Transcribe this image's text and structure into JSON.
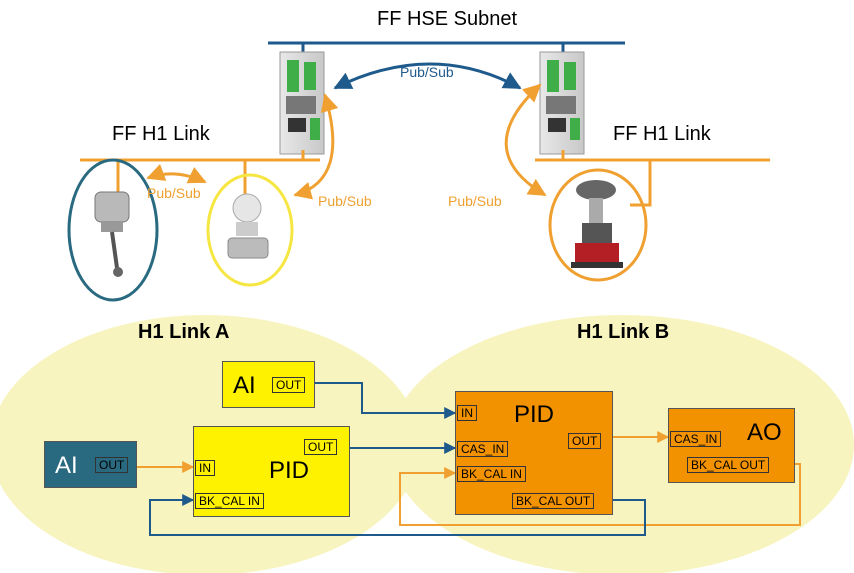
{
  "network": {
    "hse_title": "FF HSE Subnet",
    "pubsub_top": "Pub/Sub",
    "h1_left_title": "FF H1 Link",
    "h1_right_title": "FF H1 Link",
    "pubsub_left_devices": "Pub/Sub",
    "pubsub_left_gateway": "Pub/Sub",
    "pubsub_right_gateway": "Pub/Sub"
  },
  "links": {
    "a_title": "H1 Link A",
    "b_title": "H1 Link B"
  },
  "blocks": {
    "ai_teal": {
      "name": "AI",
      "out": "OUT"
    },
    "ai_yellow": {
      "name": "AI",
      "out": "OUT"
    },
    "pid_a": {
      "name": "PID",
      "out": "OUT",
      "in": "IN",
      "bkcal_in": "BK_CAL IN"
    },
    "pid_b": {
      "name": "PID",
      "in": "IN",
      "cas_in": "CAS_IN",
      "bkcal_in": "BK_CAL IN",
      "out": "OUT",
      "bkcal_out": "BK_CAL OUT"
    },
    "ao": {
      "name": "AO",
      "cas_in": "CAS_IN",
      "bkcal_out": "BK_CAL OUT"
    }
  },
  "colors": {
    "hse_line": "#1f5a8c",
    "h1_line": "#f0a030",
    "orange_block": "#f39200",
    "yellow_block": "#fff200",
    "teal_block": "#2a6a80",
    "blue_wire": "#1f5a8c",
    "orange_wire": "#f0a030",
    "ellipse_fill": "#f8f4bf"
  }
}
